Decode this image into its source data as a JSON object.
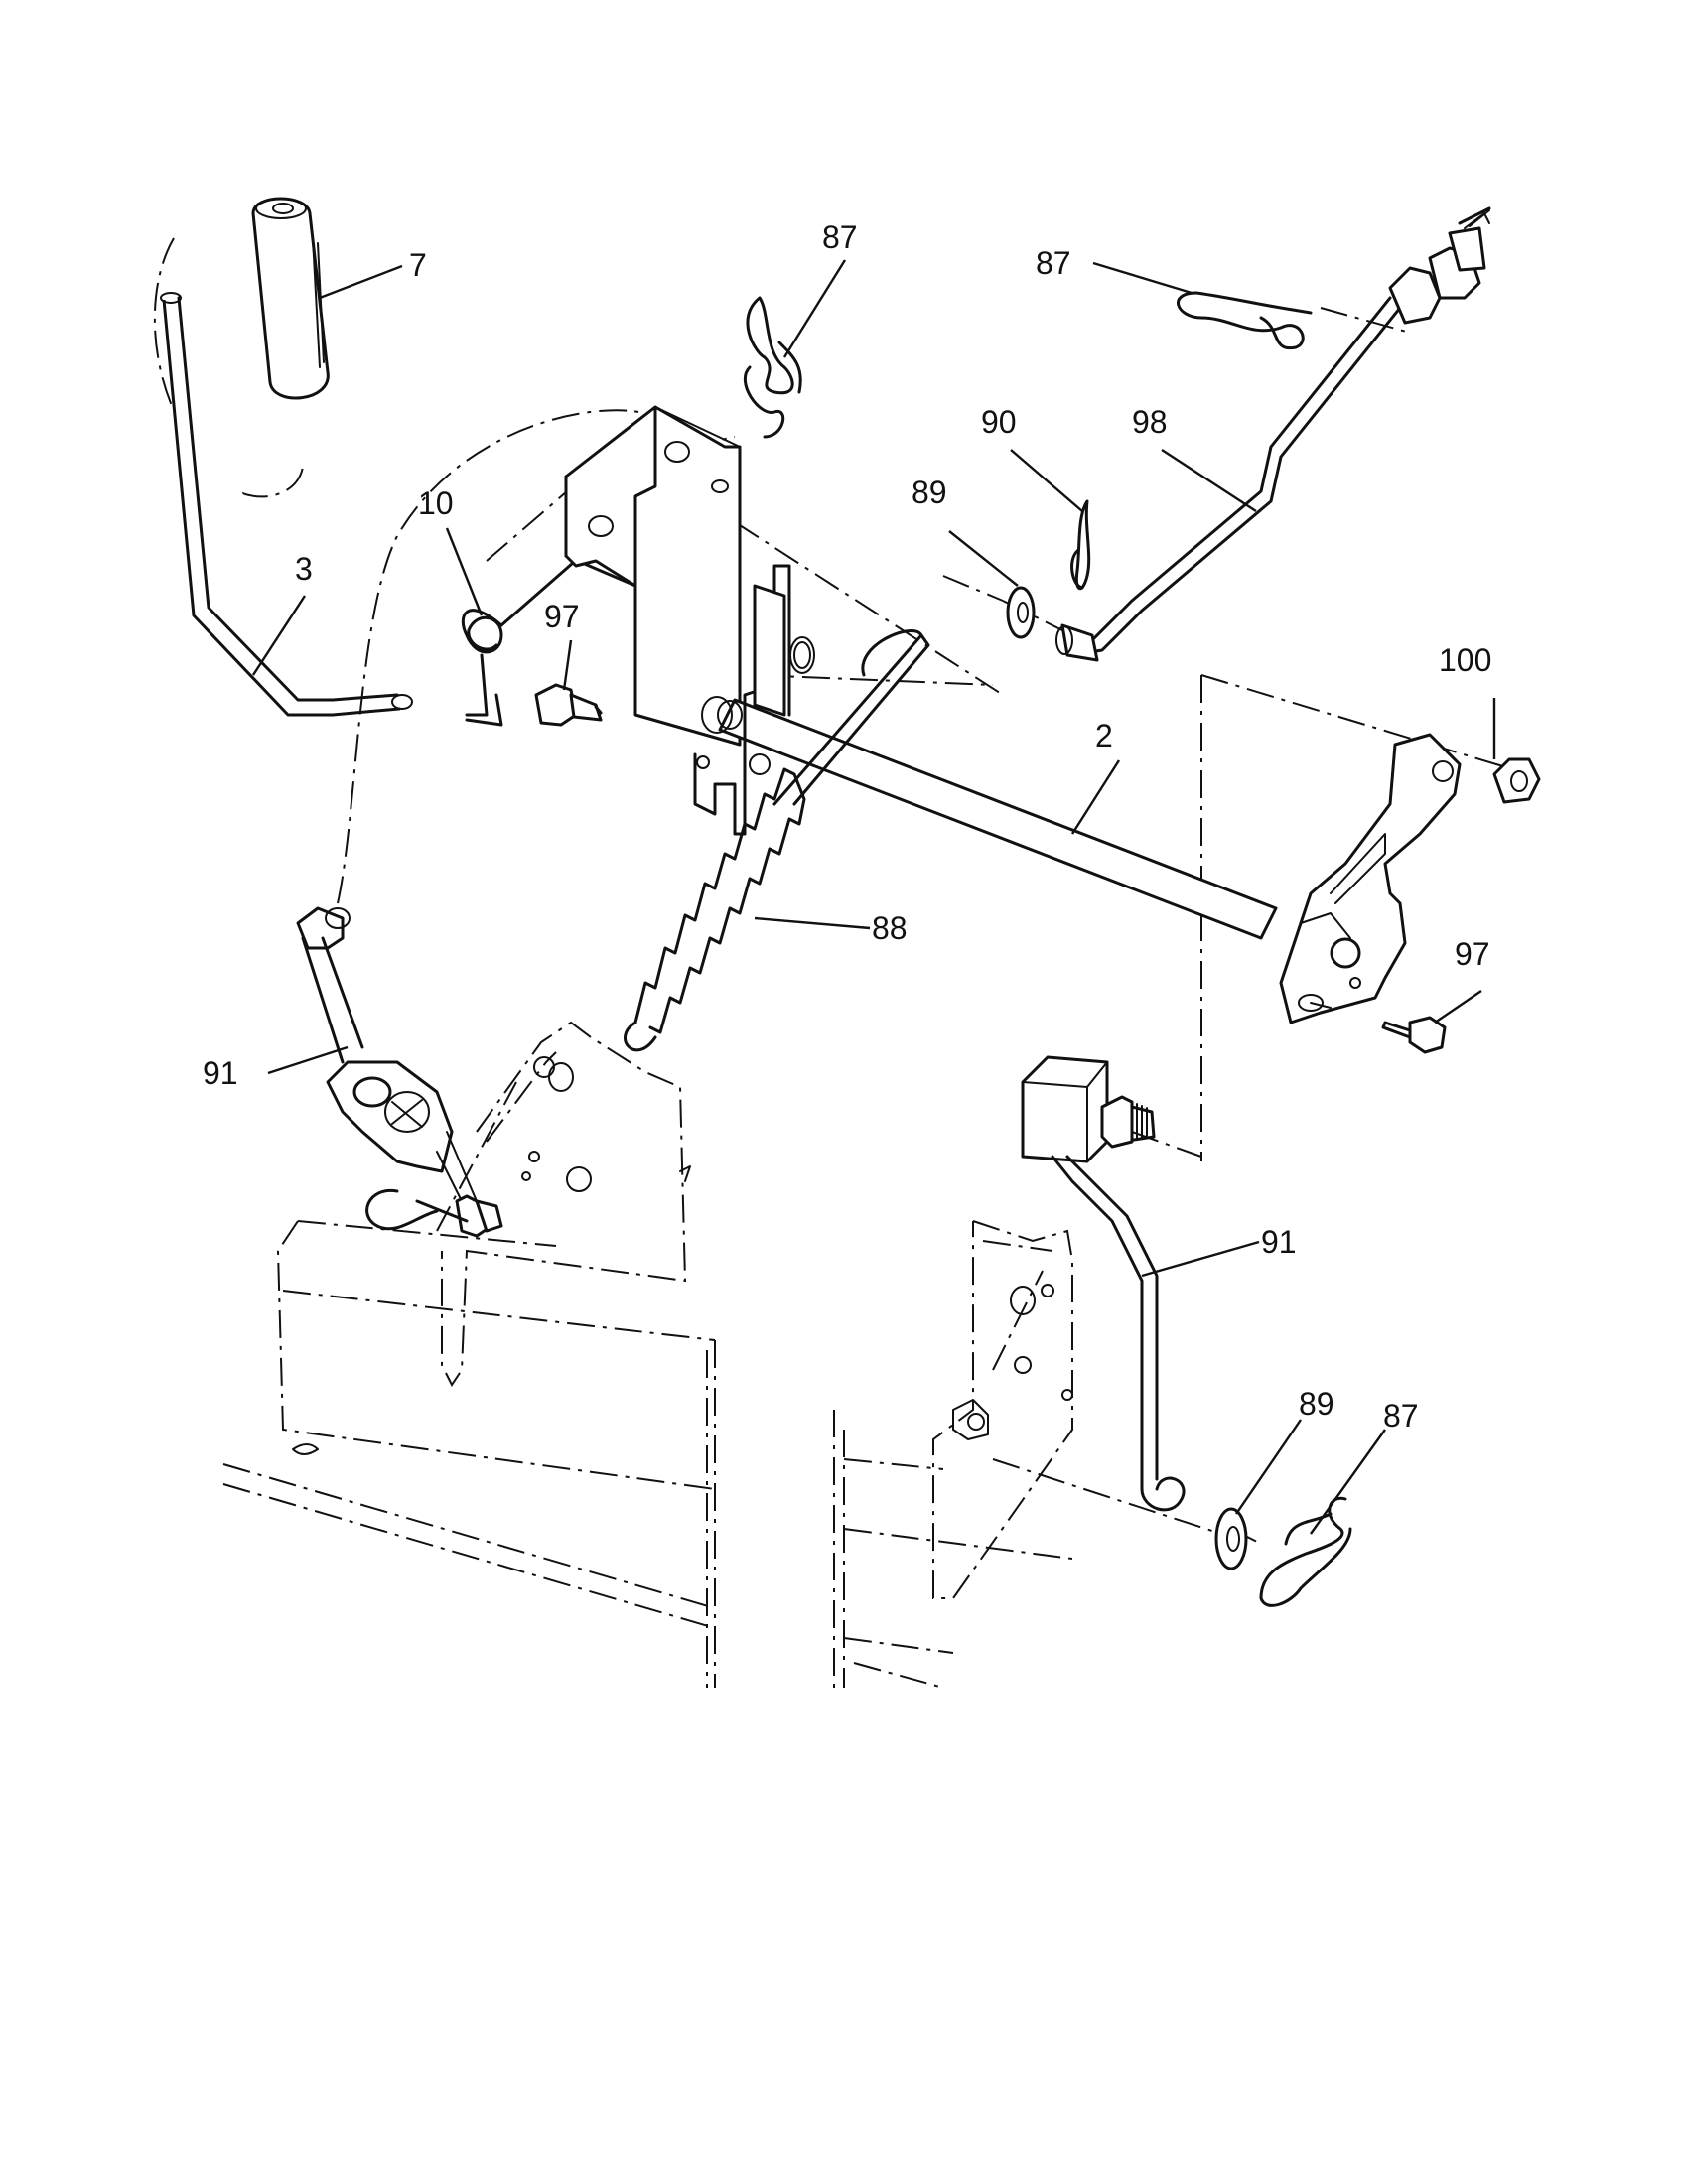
{
  "callouts": [
    {
      "id": "c7",
      "text": "7"
    },
    {
      "id": "c87a",
      "text": "87"
    },
    {
      "id": "c87b",
      "text": "87"
    },
    {
      "id": "c90",
      "text": "90"
    },
    {
      "id": "c98",
      "text": "98"
    },
    {
      "id": "c89a",
      "text": "89"
    },
    {
      "id": "c10",
      "text": "10"
    },
    {
      "id": "c3",
      "text": "3"
    },
    {
      "id": "c97a",
      "text": "97"
    },
    {
      "id": "c100",
      "text": "100"
    },
    {
      "id": "c2",
      "text": "2"
    },
    {
      "id": "c88",
      "text": "88"
    },
    {
      "id": "c97b",
      "text": "97"
    },
    {
      "id": "c91a",
      "text": "91"
    },
    {
      "id": "c91b",
      "text": "91"
    },
    {
      "id": "c89b",
      "text": "89"
    },
    {
      "id": "c87c",
      "text": "87"
    }
  ]
}
